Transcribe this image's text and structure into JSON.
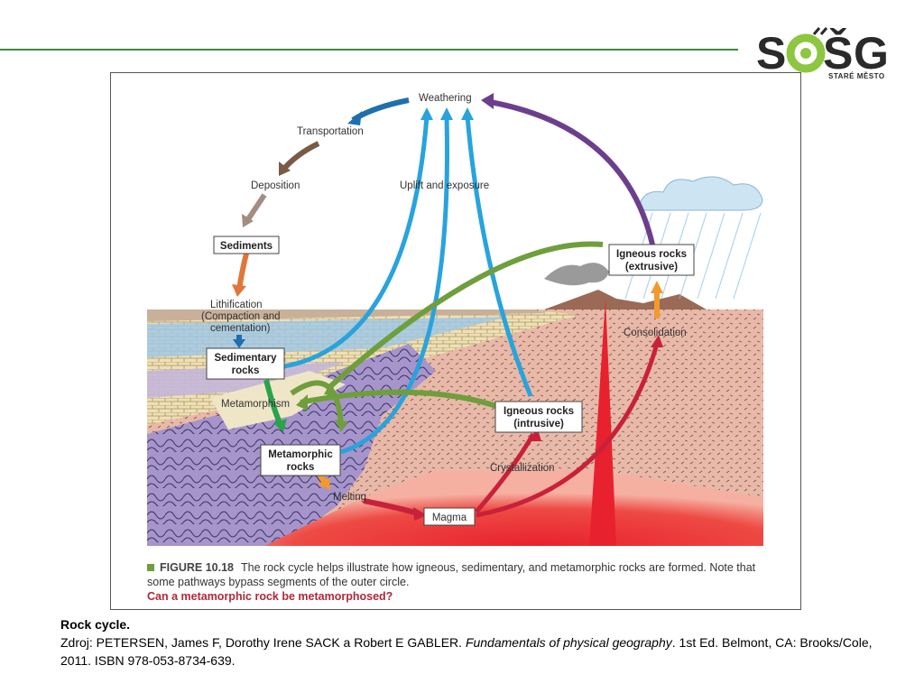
{
  "logo": {
    "text": "SOŠG",
    "subtitle": "STARÉ MĚSTO"
  },
  "diagram": {
    "labels": {
      "weathering": "Weathering",
      "transportation": "Transportation",
      "deposition": "Deposition",
      "uplift": "Uplift and exposure",
      "lithification_1": "Lithification",
      "lithification_2": "(Compaction and",
      "lithification_3": "cementation)",
      "metamorphism": "Metamorphism",
      "consolidation": "Consolidation",
      "crystallization": "Crystallization",
      "melting": "Melting"
    },
    "boxes": {
      "sediments": "Sediments",
      "sedimentary_1": "Sedimentary",
      "sedimentary_2": "rocks",
      "metamorphic_1": "Metamorphic",
      "metamorphic_2": "rocks",
      "igneous_intrusive_1": "Igneous rocks",
      "igneous_intrusive_2": "(intrusive)",
      "igneous_extrusive_1": "Igneous rocks",
      "igneous_extrusive_2": "(extrusive)",
      "magma": "Magma"
    },
    "colors": {
      "magma": "#e8212e",
      "igneous_rock": "#e8b9a8",
      "metamorphic_rock": "#9f8fc4",
      "uplift_arrow": "#29a3dc",
      "green_arrow": "#6f9e3c",
      "purple_arrow": "#6c3f8e",
      "red_arrow": "#c8213a"
    }
  },
  "caption": {
    "figure_label": "FIGURE 10.18",
    "text": "The rock cycle helps illustrate how igneous, sedimentary, and metamorphic rocks are formed. Note that some pathways bypass segments of the outer circle.",
    "question": "Can a metamorphic rock be metamorphosed?"
  },
  "credit": {
    "title": "Rock cycle.",
    "prefix": "Zdroj: PETERSEN, James F, Dorothy Irene SACK a Robert E GABLER. ",
    "book": "Fundamentals of physical geography",
    "suffix": ". 1st Ed. Belmont, CA: Brooks/Cole, 2011. ISBN 978-053-8734-639."
  }
}
